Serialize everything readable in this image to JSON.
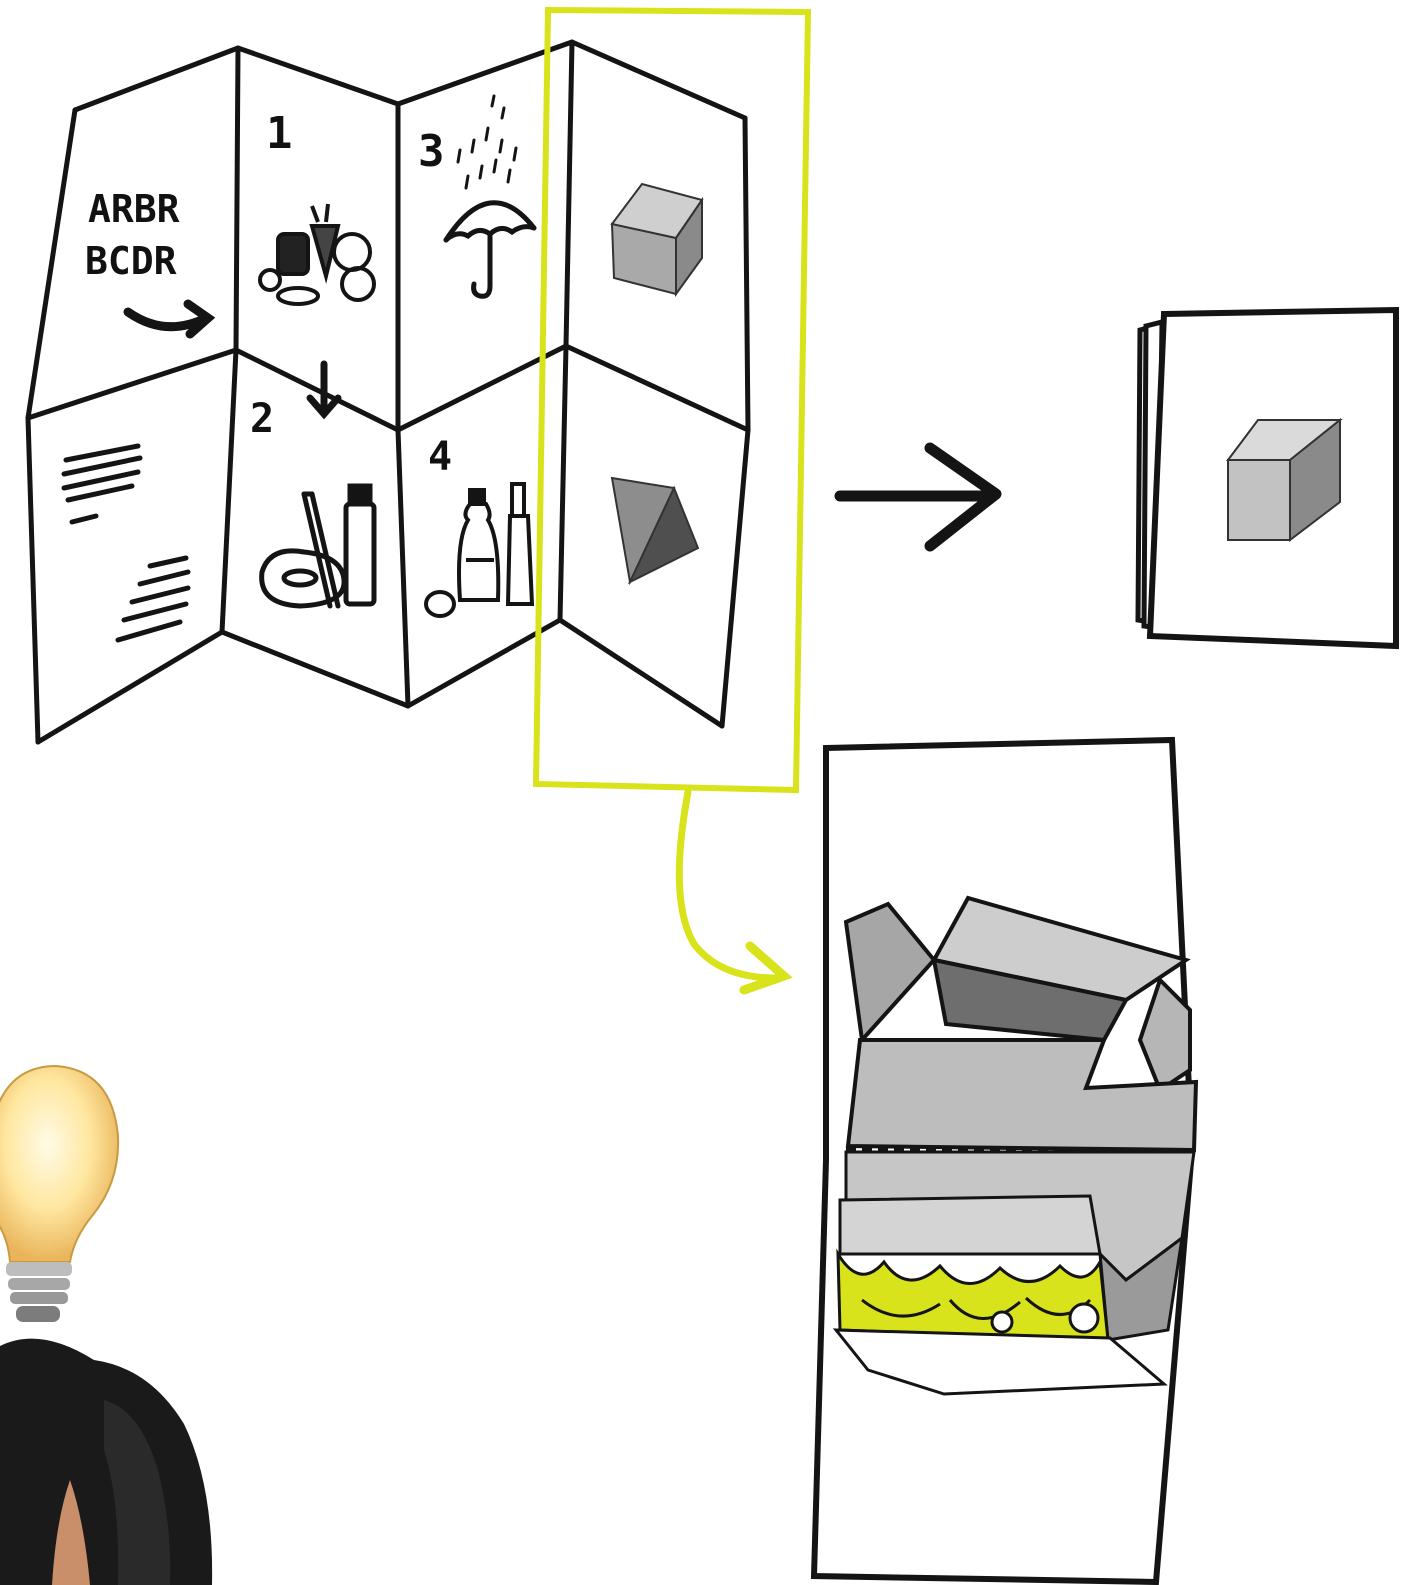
{
  "leaflet": {
    "cover_text_line1": "ARBR",
    "cover_text_line2": "BCDR",
    "panel_numbers": [
      "1",
      "2",
      "3",
      "4"
    ]
  },
  "colors": {
    "ink": "#141414",
    "highlight": "#d8e31c",
    "cube_front": "#a9a9a9",
    "cube_top": "#cfcfcf",
    "cube_side": "#8a8a8a",
    "box_dark": "#6e6e6e",
    "box_mid": "#a6a6a6",
    "box_light": "#cdcdcd",
    "bulb_glow": "#ffe9a6",
    "hair": "#1a1a1a"
  },
  "icons": [
    "right-arrow-icon",
    "down-arrow-icon",
    "umbrella-icon",
    "rain-icon",
    "cube-icon",
    "octahedron-icon",
    "lightbulb-icon",
    "toothbrush-icon",
    "toothpaste-icon",
    "soap-icon",
    "bottles-icon",
    "groceries-icon"
  ]
}
